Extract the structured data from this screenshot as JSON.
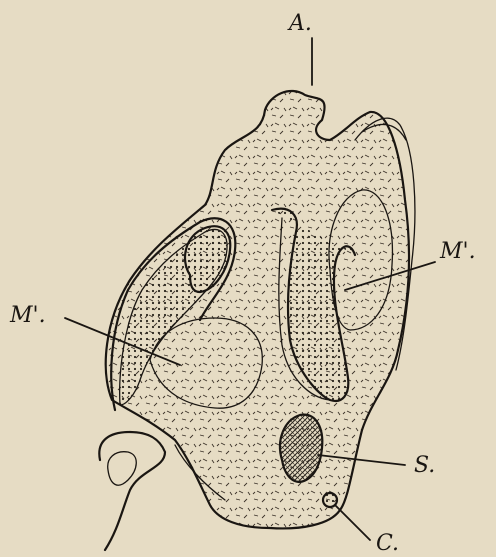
{
  "labels": {
    "a": "A.",
    "m1": "M'.",
    "m2": "M'.",
    "s": "S.",
    "c": "C."
  },
  "colors": {
    "paper": "#e6dcc4",
    "ink": "#1a1612"
  }
}
